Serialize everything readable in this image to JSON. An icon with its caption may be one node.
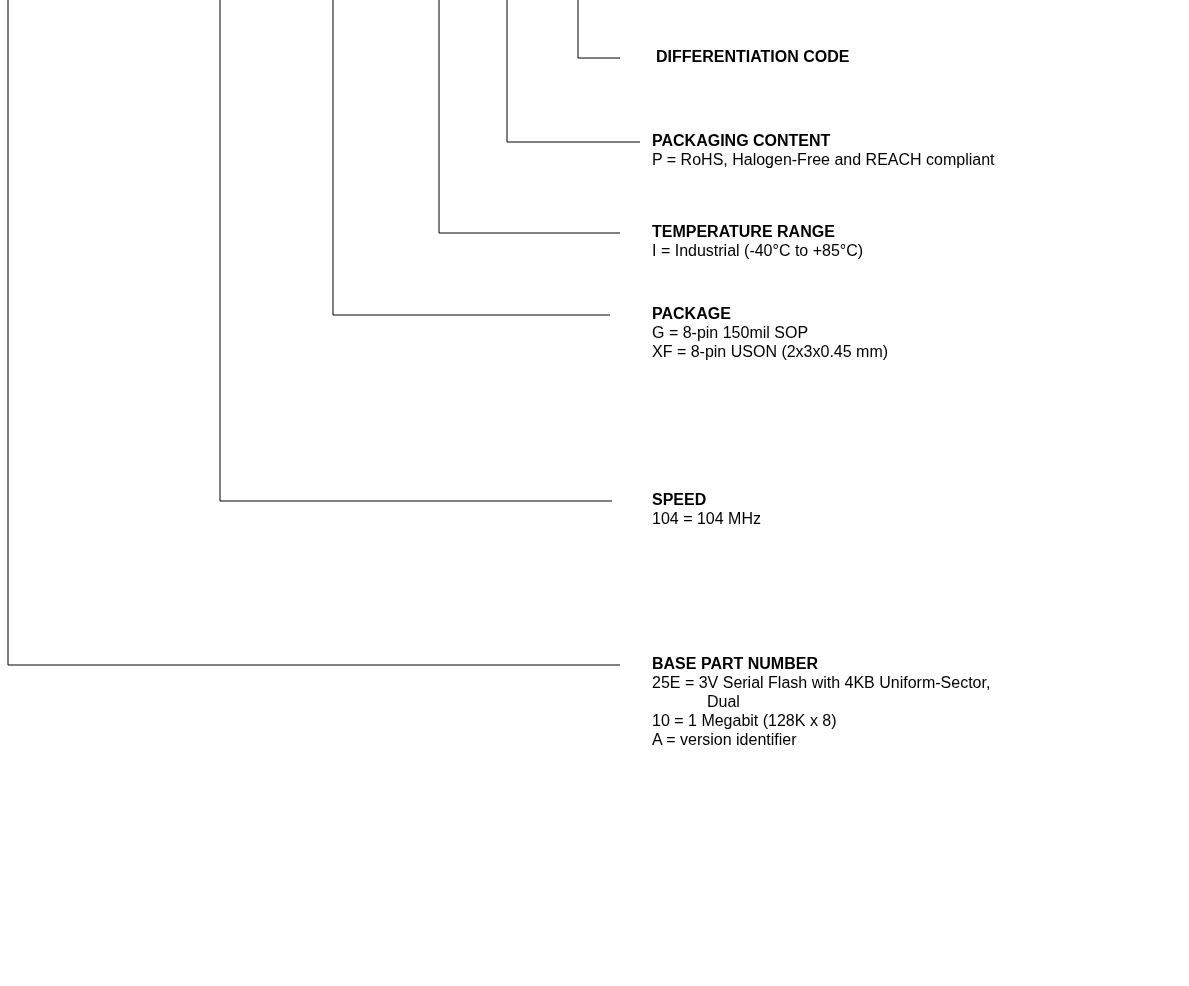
{
  "diagram": {
    "nodes": [
      {
        "text": [
          "DIFFERENTIATION CODE"
        ]
      },
      {
        "text": [
          "PACKAGING CONTENT",
          "P = RoHS, Halogen-Free and REACH compliant"
        ]
      },
      {
        "text": [
          "TEMPERATURE RANGE",
          "I = Industrial (-40°C to +85°C)"
        ]
      },
      {
        "text": [
          "PACKAGE",
          "G = 8-pin 150mil SOP",
          "XF = 8-pin USON (2x3x0.45 mm)"
        ]
      },
      {
        "text": [
          "SPEED",
          "104 = 104 MHz"
        ]
      },
      {
        "text": [
          "BASE PART NUMBER",
          "25E = 3V Serial Flash with 4KB Uniform-Sector, Dual",
          "10 = 1 Megabit (128K x 8)",
          "A = version identifier"
        ]
      }
    ],
    "edges": [
      {
        "from": null,
        "to": 0,
        "arrow": "none"
      },
      {
        "from": null,
        "to": 1,
        "arrow": "none"
      },
      {
        "from": null,
        "to": 2,
        "arrow": "none"
      },
      {
        "from": null,
        "to": 3,
        "arrow": "none"
      },
      {
        "from": null,
        "to": 4,
        "arrow": "none"
      },
      {
        "from": null,
        "to": 5,
        "arrow": "none"
      }
    ]
  }
}
